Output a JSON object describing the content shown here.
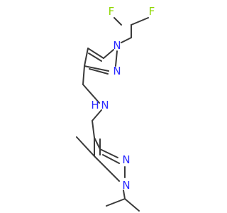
{
  "molecule": {
    "atoms": [
      {
        "id": "F1",
        "label": "F",
        "color": "#8fd700"
      },
      {
        "id": "F2",
        "label": "F",
        "color": "#8fd700"
      },
      {
        "id": "N1",
        "label": "N",
        "color": "#2b2bff"
      },
      {
        "id": "N2",
        "label": "N",
        "color": "#2b2bff"
      },
      {
        "id": "NH",
        "label": "N",
        "color": "#2b2bff"
      },
      {
        "id": "H",
        "label": "H",
        "color": "#2b2bff"
      },
      {
        "id": "N3",
        "label": "N",
        "color": "#2b2bff"
      },
      {
        "id": "N4",
        "label": "N",
        "color": "#2b2bff"
      }
    ],
    "bond_color": "#3a3a3a"
  }
}
